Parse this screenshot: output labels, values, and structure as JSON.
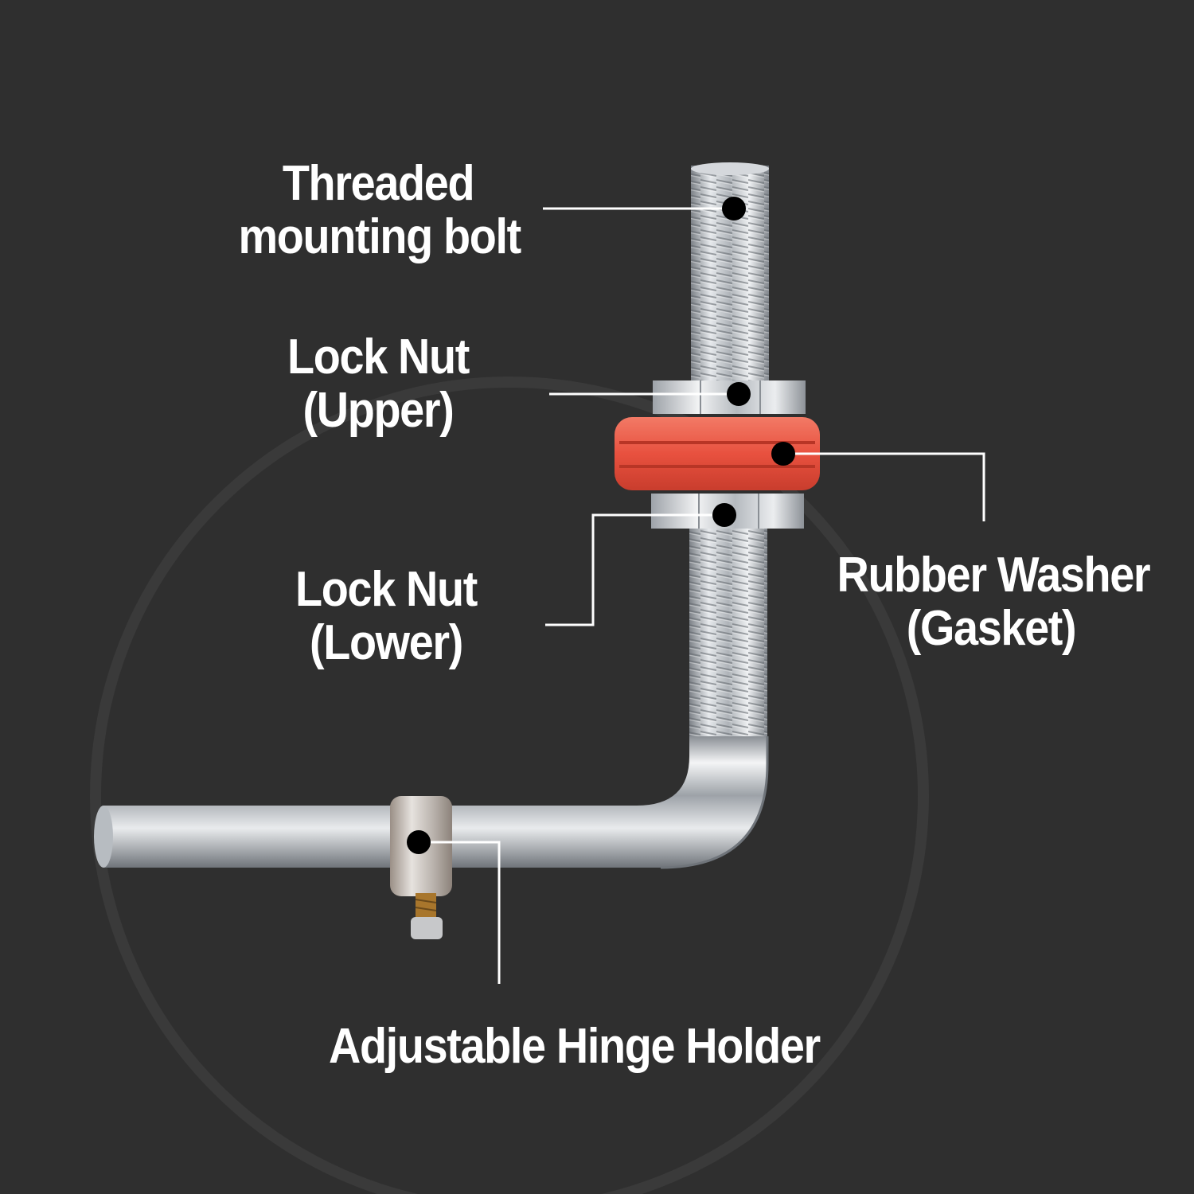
{
  "callouts": {
    "threaded_bolt": {
      "line1": "Threaded",
      "line2": "mounting bolt"
    },
    "lock_nut_upper": {
      "line1": "Lock Nut",
      "line2": "(Upper)"
    },
    "lock_nut_lower": {
      "line1": "Lock Nut",
      "line2": "(Lower)"
    },
    "rubber_washer": {
      "line1": "Rubber Washer",
      "line2": "(Gasket)"
    },
    "hinge_holder": {
      "line1": "Adjustable Hinge Holder"
    }
  },
  "colors": {
    "background": "#2f2f2f",
    "text": "#ffffff",
    "leader_line": "#ffffff",
    "marker_dot": "#000000",
    "rubber_washer": "#e8513f",
    "chrome": "#c9ccd0"
  }
}
